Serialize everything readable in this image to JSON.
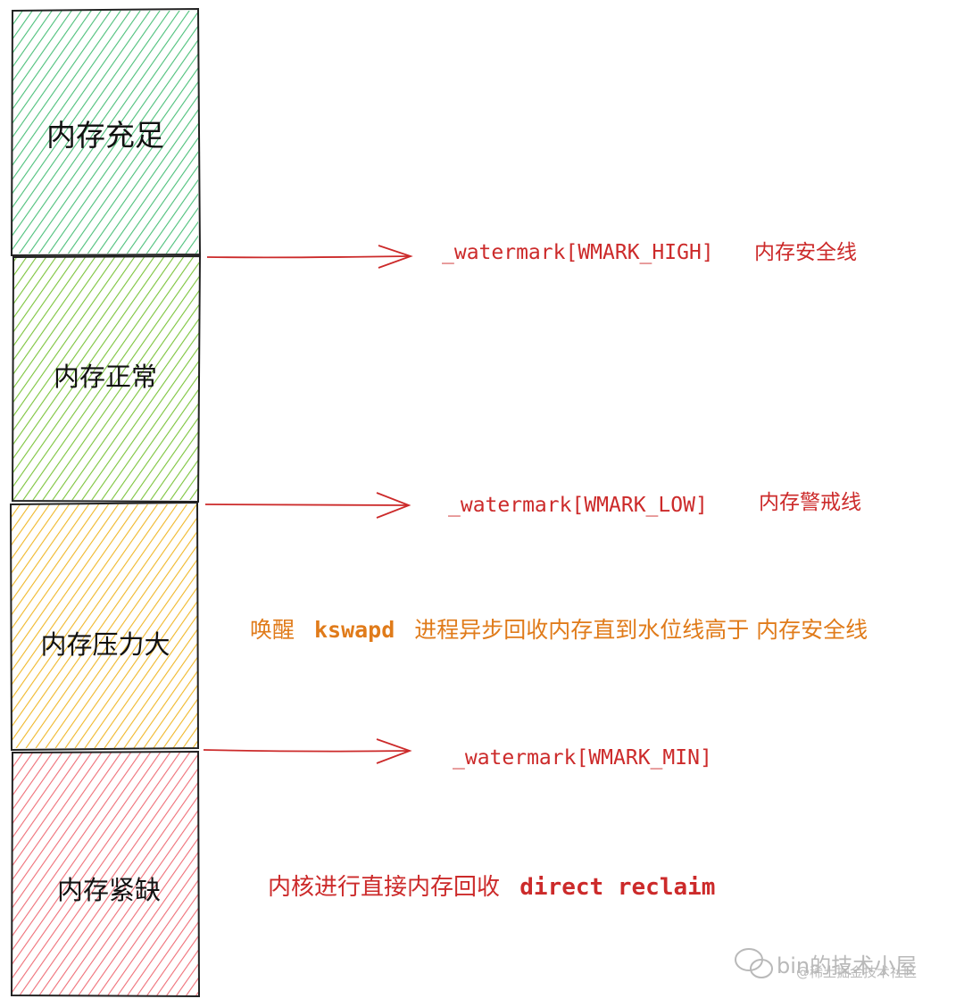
{
  "zones": [
    {
      "label": "内存充足",
      "color": "#4cc07a"
    },
    {
      "label": "内存正常",
      "color": "#7cc43c"
    },
    {
      "label": "内存压力大",
      "color": "#f0b82a"
    },
    {
      "label": "内存紧缺",
      "color": "#ef6f78"
    }
  ],
  "watermarks": [
    {
      "code": "_watermark[WMARK_HIGH]",
      "desc": "内存安全线"
    },
    {
      "code": "_watermark[WMARK_LOW]",
      "desc": "内存警戒线"
    },
    {
      "code": "_watermark[WMARK_MIN]",
      "desc": ""
    }
  ],
  "notes": {
    "pressure": {
      "prefix": "唤醒",
      "code": "kswapd",
      "suffix": "进程异步回收内存直到水位线高于 内存安全线"
    },
    "shortage": {
      "prefix": "内核进行直接内存回收",
      "code": "direct reclaim"
    }
  },
  "watermark_credit": {
    "icon": "wechat-icon",
    "main": "bin的技术小屋",
    "overlay": "@稀土掘金技术社区"
  },
  "colors": {
    "arrow": "#cc2a2a",
    "note_orange": "#e07b1a",
    "border": "#222222"
  }
}
